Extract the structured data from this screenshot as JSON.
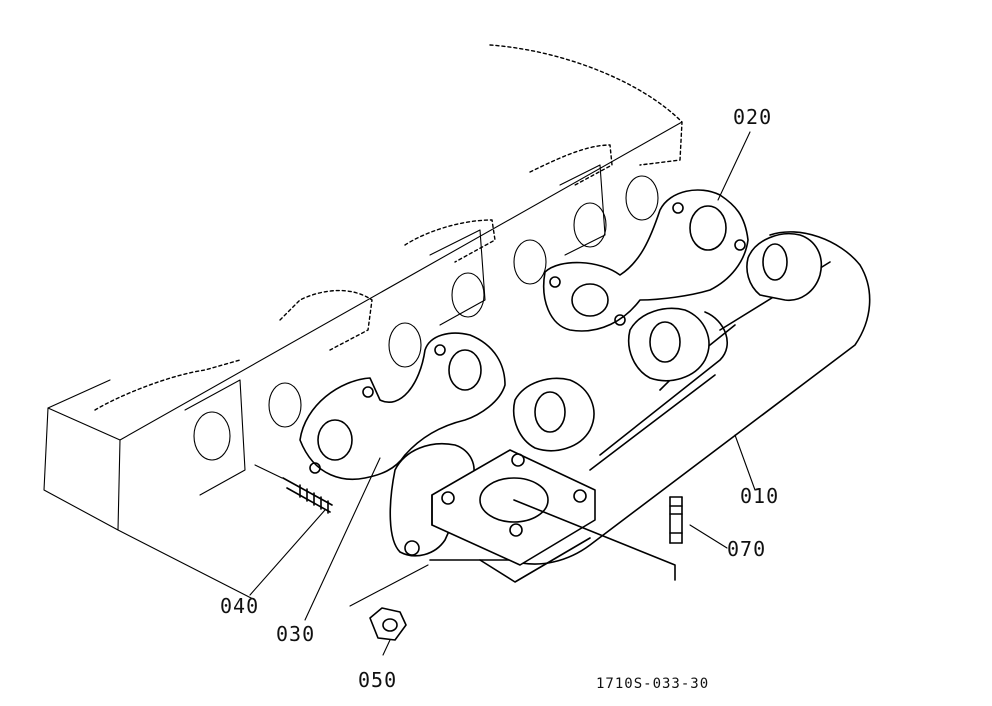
{
  "parts": [
    {
      "key": "p010",
      "label": "010"
    },
    {
      "key": "p020",
      "label": "020"
    },
    {
      "key": "p030",
      "label": "030"
    },
    {
      "key": "p040",
      "label": "040"
    },
    {
      "key": "p050",
      "label": "050"
    },
    {
      "key": "p070",
      "label": "070"
    }
  ],
  "drawing_code": "1710S-033-30"
}
